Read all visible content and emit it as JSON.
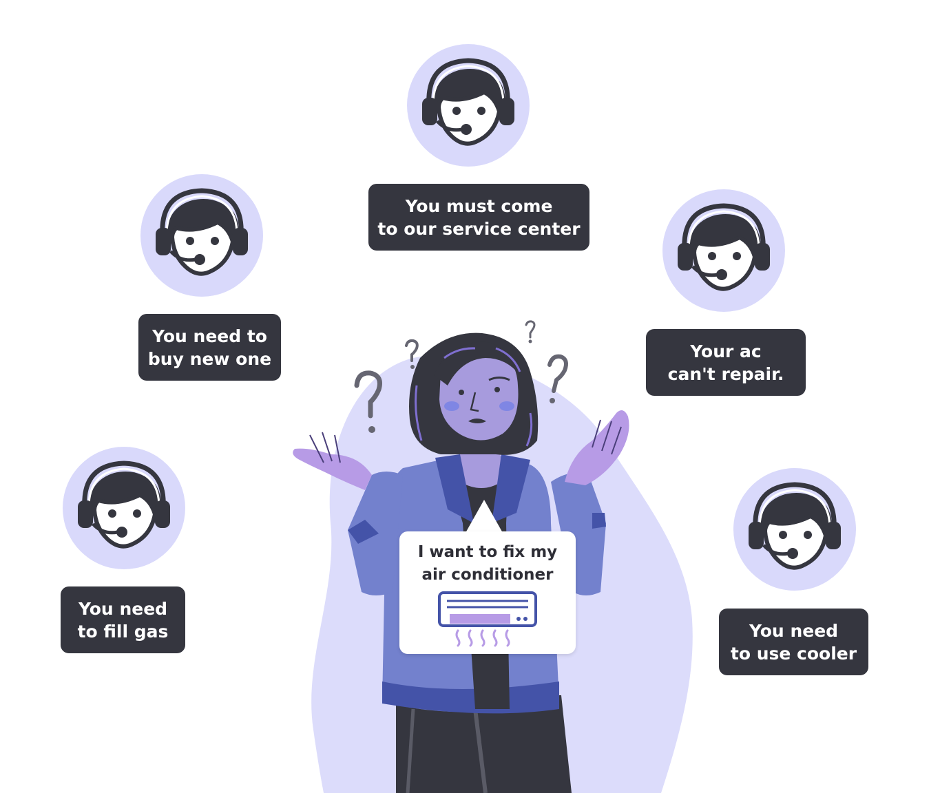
{
  "colors": {
    "bubble_bg": "#35363f",
    "bubble_text": "#ffffff",
    "halo": "#d9d9fb",
    "blob": "#dcdcfb",
    "headset_dark": "#35363f",
    "skin": "#a79bdd",
    "jacket": "#7381cd",
    "jacket_dark": "#4453a8",
    "accent_purple": "#b79be6"
  },
  "icons": [
    "headset-agent-icon",
    "question-mark-icon",
    "air-conditioner-icon",
    "heat-wave-icon"
  ],
  "agents": [
    {
      "id": "top",
      "lines": [
        "You must come",
        "to our service center"
      ]
    },
    {
      "id": "upper-left",
      "lines": [
        "You need to",
        "buy new one"
      ]
    },
    {
      "id": "upper-right",
      "lines": [
        "Your ac",
        "can't repair."
      ]
    },
    {
      "id": "lower-left",
      "lines": [
        "You need",
        "to fill gas"
      ]
    },
    {
      "id": "lower-right",
      "lines": [
        "You need",
        "to use cooler"
      ]
    }
  ],
  "customer": {
    "speech_lines": [
      "I want to fix my",
      "air conditioner"
    ]
  }
}
